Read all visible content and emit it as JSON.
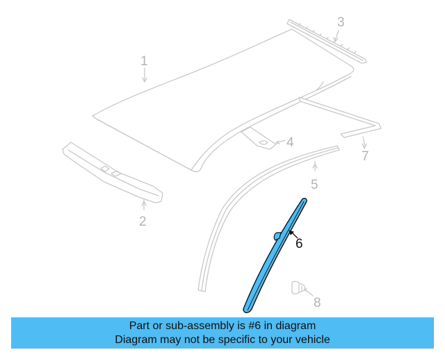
{
  "diagram": {
    "highlighted_part": "6",
    "colors": {
      "line_gray": "#c8c8c8",
      "label_gray": "#b3b3b3",
      "highlight_fill": "#4fbcf3",
      "highlight_stroke": "#111111",
      "banner_bg": "#4fbcf3"
    },
    "callouts": [
      {
        "id": "1",
        "label": "1",
        "part": "roof-panel"
      },
      {
        "id": "2",
        "label": "2",
        "part": "front-header-rail"
      },
      {
        "id": "3",
        "label": "3",
        "part": "rear-header-rail"
      },
      {
        "id": "4",
        "label": "4",
        "part": "bracket"
      },
      {
        "id": "5",
        "label": "5",
        "part": "side-rail"
      },
      {
        "id": "6",
        "label": "6",
        "part": "windshield-pillar-molding"
      },
      {
        "id": "7",
        "label": "7",
        "part": "rear-rail"
      },
      {
        "id": "8",
        "label": "8",
        "part": "clip"
      }
    ]
  },
  "banner": {
    "line1": "Part or sub-assembly is #6 in diagram",
    "line2": "Diagram may not be specific to your vehicle"
  }
}
